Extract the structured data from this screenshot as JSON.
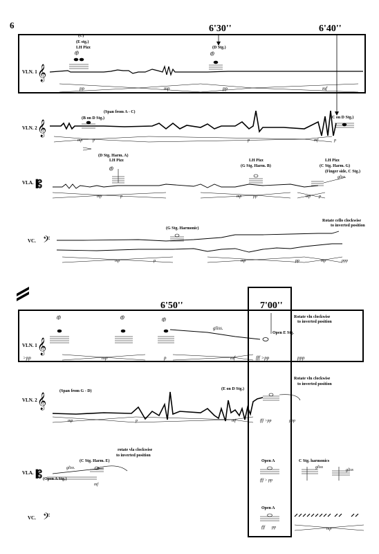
{
  "page": {
    "number": "6"
  },
  "system1": {
    "timings": [
      "6'30''",
      "6'40''"
    ],
    "vln1": {
      "label": "VLN. 1",
      "annotations": [
        "(C)",
        "(E stg.)",
        "LH Pizz",
        "(f)",
        "(D Stg.)",
        "(f)"
      ],
      "dynamics": [
        "pp",
        "mp",
        "pp",
        "mf"
      ]
    },
    "vln2": {
      "label": "VLN. 2",
      "annotations": [
        "(B on D Stg.)",
        "(Span from A - C)",
        "(C on D Stg.)"
      ],
      "dynamics": [
        "mp",
        "p",
        "p",
        "mf",
        "p"
      ]
    },
    "vla": {
      "label": "VLA.",
      "annotations": [
        "(D Stg. Harm. A)",
        "LH Pizz",
        "(f)",
        "LH Pizz",
        "(G Stg. Harm. B)",
        "LH Pizz",
        "(C Stg. Harm. G)",
        "(Finger side, C Stg.)",
        "gliss"
      ],
      "dynamics": [
        "mp",
        "p",
        "mp",
        "pp",
        "mp",
        "p"
      ]
    },
    "vc": {
      "label": "VC.",
      "annotations": [
        "(G Stg. Harmonic)",
        "Rotate cello clockwise",
        "to inverted position"
      ],
      "dynamics": [
        "mp",
        "p",
        "mp",
        "pp",
        "mp",
        "ppp"
      ]
    }
  },
  "system2": {
    "timings": [
      "6'50''",
      "7'00''"
    ],
    "vln1": {
      "label": "VLN. 1",
      "annotations": [
        "(f)",
        "(f)",
        "(f)",
        "gliss.",
        "Open E Stg.",
        "Rotate vln clockwise",
        "to inverted position"
      ],
      "dynamics": [
        ">pp",
        "mp",
        "p",
        "mf",
        "fff >pp",
        "ppp"
      ]
    },
    "vln2": {
      "label": "VLN. 2",
      "annotations": [
        "(Span from G - D)",
        "(E on D Stg.)",
        "Rotate vln clockwise",
        "to inverted position"
      ],
      "dynamics": [
        "mp",
        "p",
        "mf",
        "fff >pp",
        "ppp"
      ]
    },
    "vla": {
      "label": "VLA.",
      "annotations": [
        "gliss.",
        "(C Stg. Harm. E)",
        "rotate vla clockwise",
        "to inverted position",
        "(Open A Stg.)",
        "Open A",
        "C Stg. harmonics",
        "gliss",
        "gliss"
      ],
      "dynamics": [
        "mf",
        "fff > pp"
      ]
    },
    "vc": {
      "label": "VC.",
      "annotations": [
        "Open A"
      ],
      "dynamics": [
        "fff",
        "pp",
        "mp"
      ]
    }
  }
}
